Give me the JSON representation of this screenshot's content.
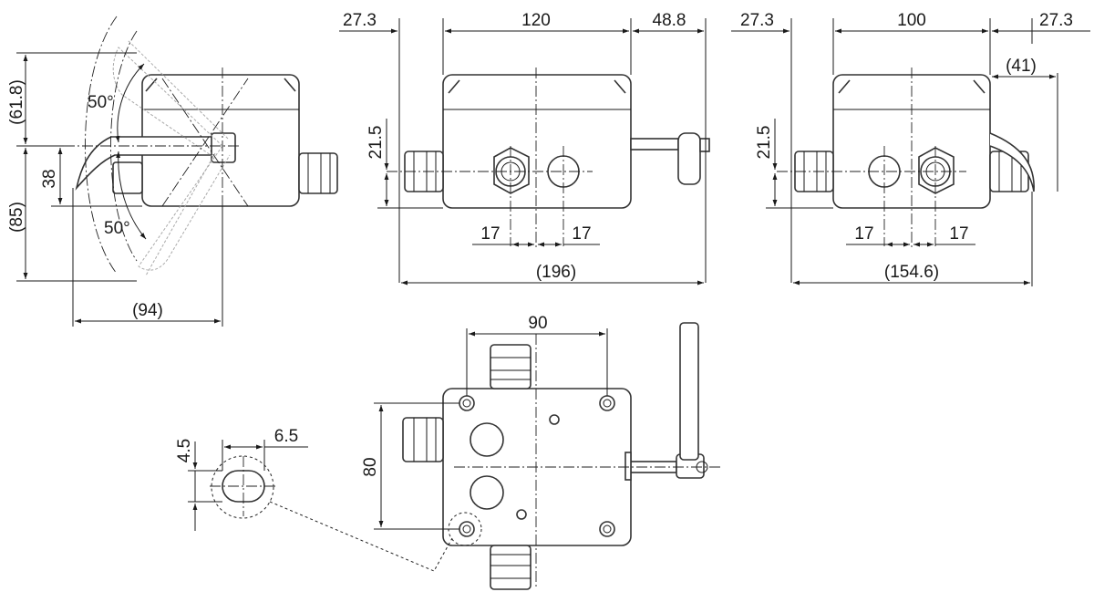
{
  "side_view": {
    "dim_618": "(61.8)",
    "dim_85": "(85)",
    "dim_38": "38",
    "angle_top": "50°",
    "angle_bottom": "50°",
    "dim_94": "(94)"
  },
  "front_view": {
    "dim_273": "27.3",
    "dim_120": "120",
    "dim_488": "48.8",
    "dim_215": "21.5",
    "dim_17a": "17",
    "dim_17b": "17",
    "dim_196": "(196)"
  },
  "rear_view": {
    "dim_273a": "27.3",
    "dim_100": "100",
    "dim_273b": "27.3",
    "dim_41": "(41)",
    "dim_215": "21.5",
    "dim_17a": "17",
    "dim_17b": "17",
    "dim_1546": "(154.6)"
  },
  "top_view": {
    "dim_90": "90",
    "dim_80": "80"
  },
  "detail_view": {
    "dim_45": "4.5",
    "dim_65": "6.5"
  }
}
